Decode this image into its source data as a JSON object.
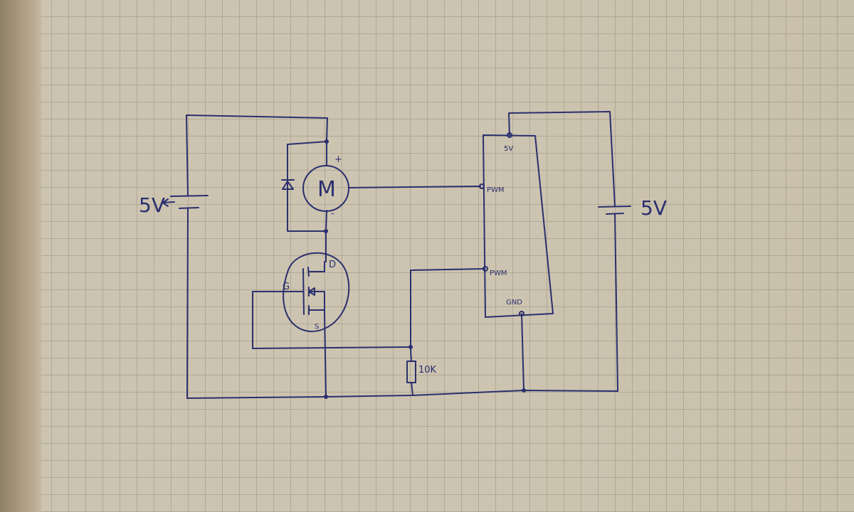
{
  "labels": {
    "left_supply": "5V",
    "right_supply": "5V",
    "motor": "M",
    "motor_plus": "+",
    "motor_minus": "-",
    "mosfet_drain": "D",
    "mosfet_gate": "G",
    "mosfet_source": "S",
    "resistor": "10K",
    "board_5v": "5V",
    "board_pwm_top": "PWM",
    "board_pwm_bottom": "PWM",
    "board_gnd": "GND"
  },
  "colors": {
    "ink": "#2b2f6e",
    "paper": "#c9c0ab"
  }
}
